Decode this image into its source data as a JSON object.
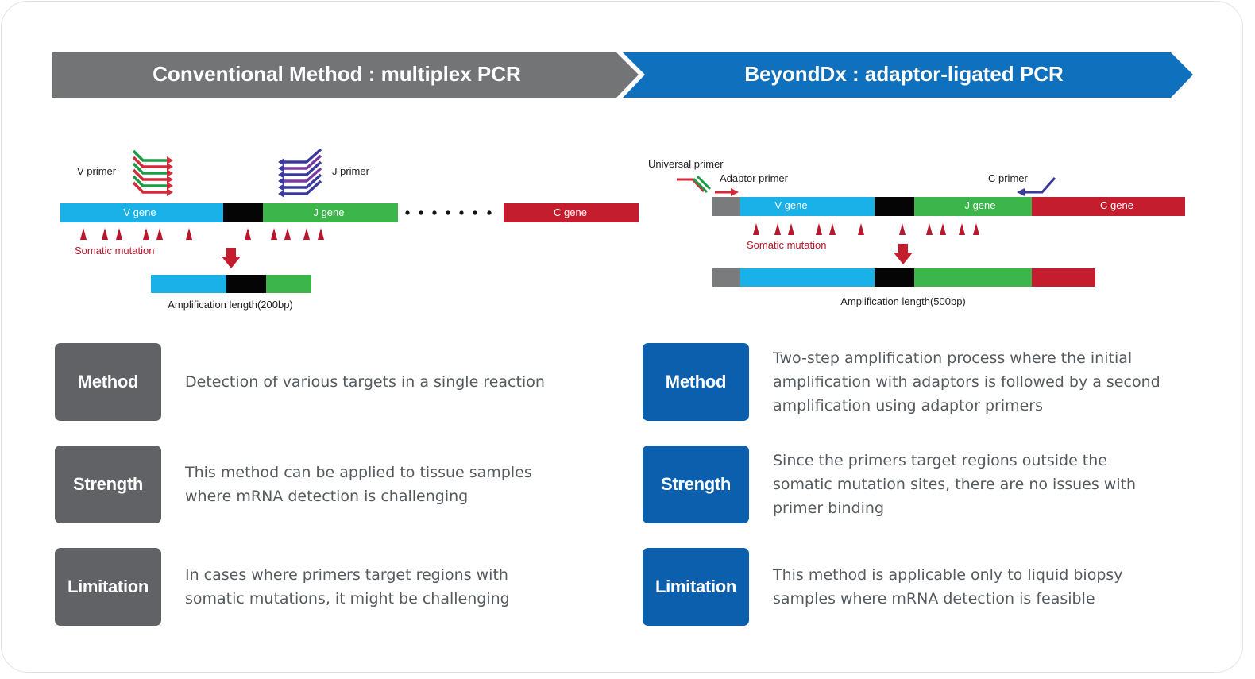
{
  "left": {
    "header": "Conventional Method : multiplex PCR",
    "v_primer": "V primer",
    "j_primer": "J primer",
    "v_gene": "V gene",
    "j_gene": "J gene",
    "c_gene": "C gene",
    "somatic_mutation": "Somatic mutation",
    "amplification": "Amplification length(200bp)",
    "rows": [
      {
        "label": "Method",
        "text": "Detection of various targets in a single reaction"
      },
      {
        "label": "Strength",
        "text": "This method can be applied to tissue samples where mRNA detection is challenging"
      },
      {
        "label": "Limitation",
        "text": "In cases where primers target regions with somatic mutations, it might be challenging"
      }
    ]
  },
  "right": {
    "header": "BeyondDx : adaptor-ligated PCR",
    "universal_primer": "Universal primer",
    "adaptor_primer": "Adaptor primer",
    "c_primer": "C primer",
    "v_gene": "V gene",
    "j_gene": "J gene",
    "c_gene": "C gene",
    "somatic_mutation": "Somatic mutation",
    "amplification": "Amplification length(500bp)",
    "rows": [
      {
        "label": "Method",
        "text": "Two-step amplification process where the initial amplification with adaptors is followed by a second amplification using adaptor primers"
      },
      {
        "label": "Strength",
        "text": "Since the primers target regions outside the somatic mutation sites, there are no issues with primer binding"
      },
      {
        "label": "Limitation",
        "text": "This method is applicable only to liquid biopsy samples where mRNA detection is feasible"
      }
    ]
  },
  "colors": {
    "v_gene": "#1ab0e8",
    "j_gene": "#3cb54a",
    "c_gene": "#c41e2e",
    "cdr3": "#050505",
    "adaptor": "#7a7b7d",
    "mutation": "#b8162b",
    "header_gray": "#737476",
    "header_blue": "#0f71bd",
    "box_gray": "#606266",
    "box_blue": "#0b5fad",
    "v_primer": "#d32a3a",
    "v_primer_alt": "#1f9b48",
    "j_primer": "#3a3a9c",
    "j_primer_alt": "#7b3aa0"
  }
}
